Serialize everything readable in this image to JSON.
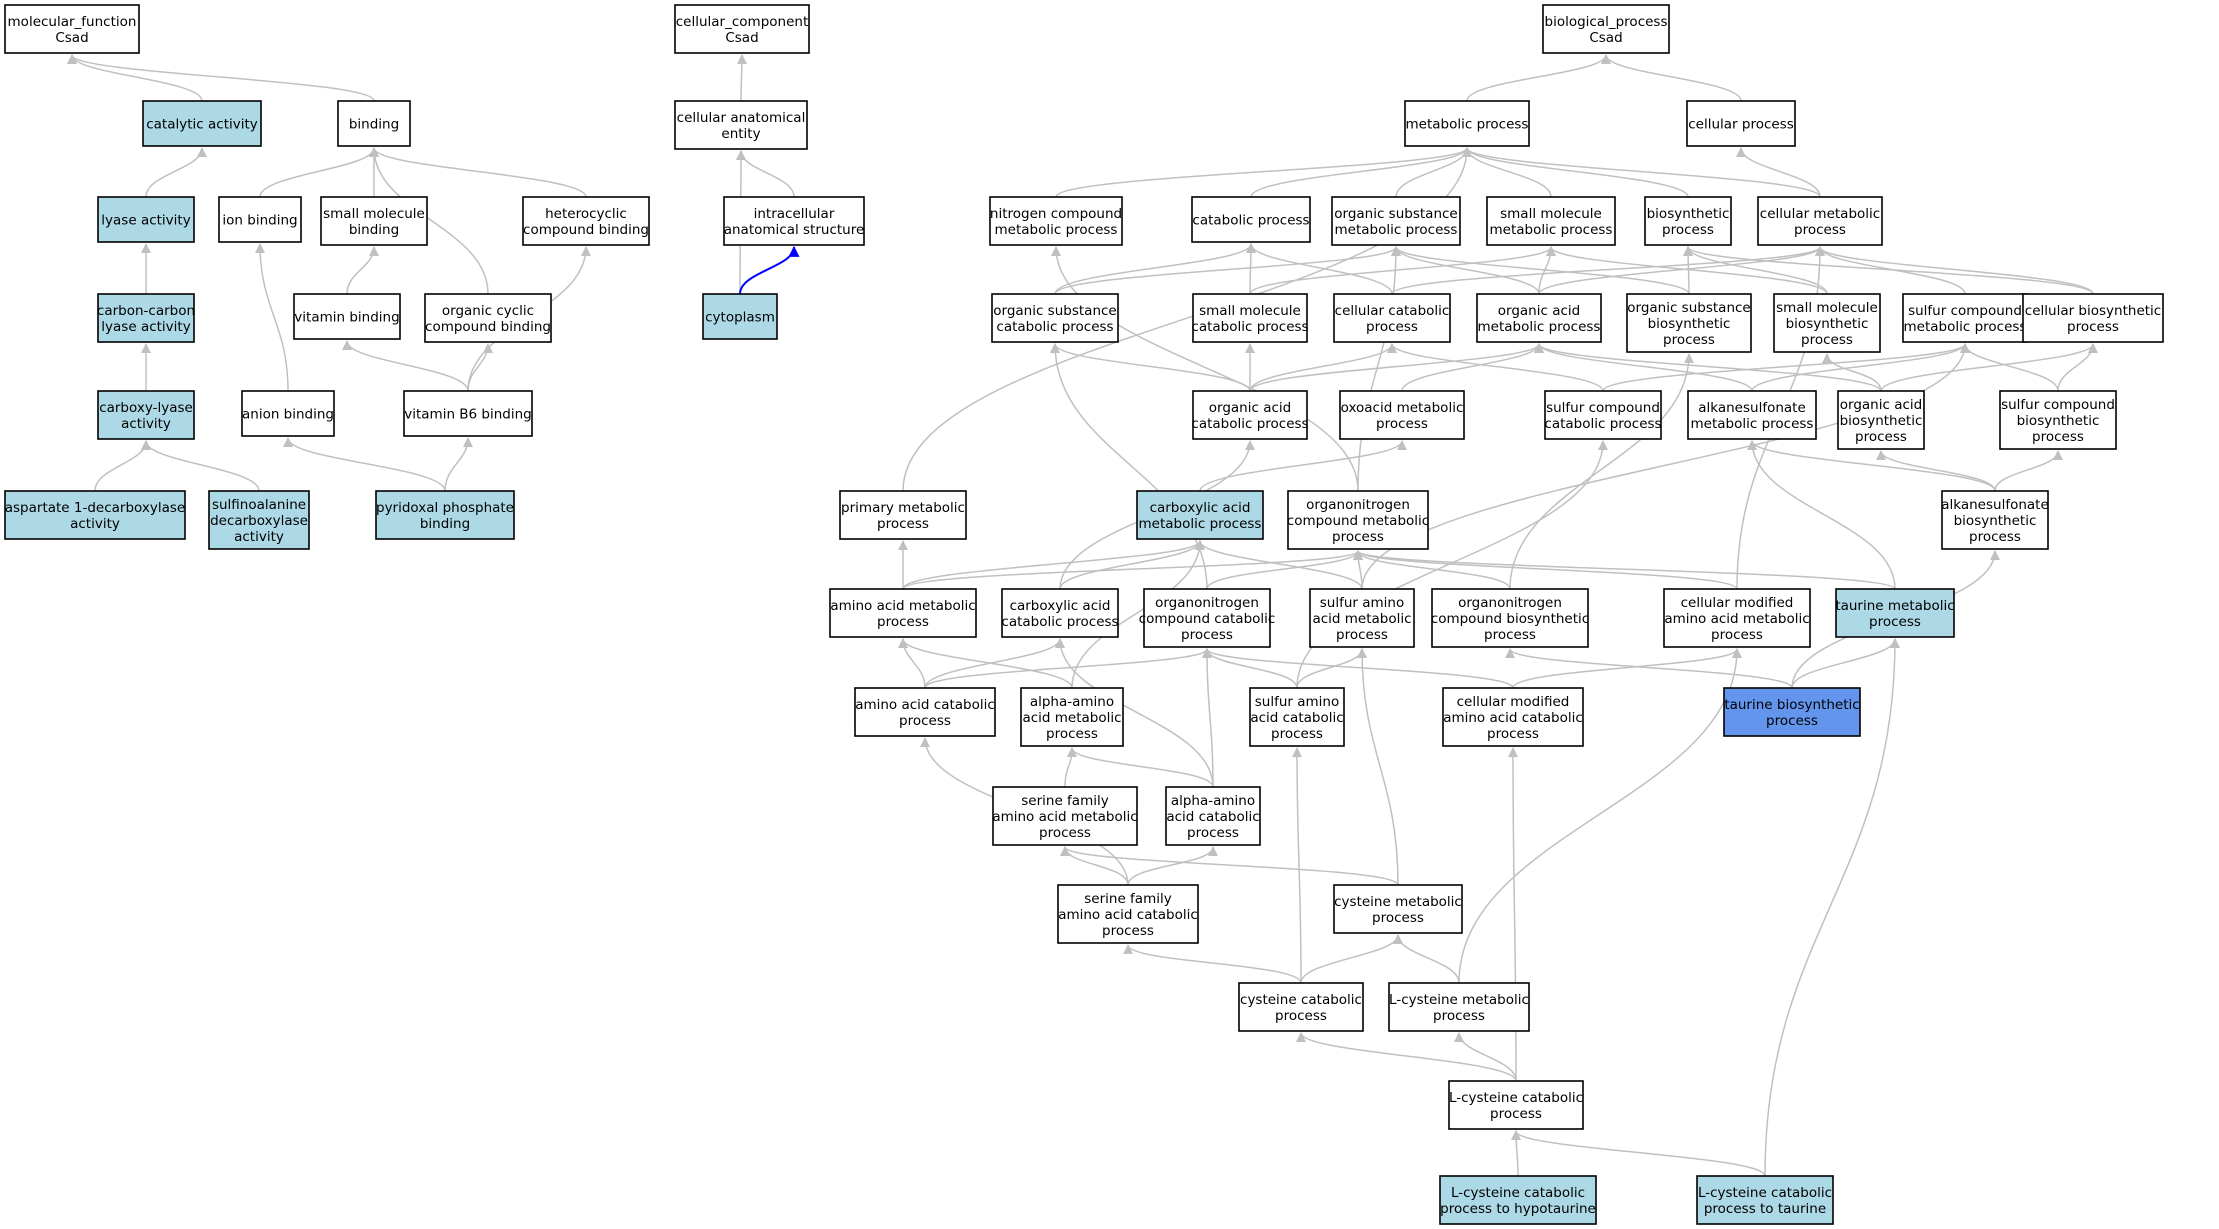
{
  "colors": {
    "default_fill": "#ffffff",
    "highlight_fill": "#add8e6",
    "focus_fill": "#6495ed",
    "edge_default": "#c0c0c0",
    "edge_blue": "#0000ff"
  },
  "nodes": [
    {
      "id": "mf",
      "lines": [
        "molecular_function",
        "Csad"
      ],
      "fill": "#ffffff"
    },
    {
      "id": "cc",
      "lines": [
        "cellular_component",
        "Csad"
      ],
      "fill": "#ffffff"
    },
    {
      "id": "bp",
      "lines": [
        "biological_process",
        "Csad"
      ],
      "fill": "#ffffff"
    },
    {
      "id": "cat",
      "lines": [
        "catalytic activity"
      ],
      "fill": "#add8e6"
    },
    {
      "id": "bind",
      "lines": [
        "binding"
      ],
      "fill": "#ffffff"
    },
    {
      "id": "cae",
      "lines": [
        "cellular anatomical",
        "entity"
      ],
      "fill": "#ffffff"
    },
    {
      "id": "mp",
      "lines": [
        "metabolic process"
      ],
      "fill": "#ffffff"
    },
    {
      "id": "cp",
      "lines": [
        "cellular process"
      ],
      "fill": "#ffffff"
    },
    {
      "id": "lyase",
      "lines": [
        "lyase activity"
      ],
      "fill": "#add8e6"
    },
    {
      "id": "ionb",
      "lines": [
        "ion binding"
      ],
      "fill": "#ffffff"
    },
    {
      "id": "smb",
      "lines": [
        "small molecule",
        "binding"
      ],
      "fill": "#ffffff"
    },
    {
      "id": "hcb",
      "lines": [
        "heterocyclic",
        "compound binding"
      ],
      "fill": "#ffffff"
    },
    {
      "id": "ias",
      "lines": [
        "intracellular",
        "anatomical structure"
      ],
      "fill": "#ffffff"
    },
    {
      "id": "ncmp",
      "lines": [
        "nitrogen compound",
        "metabolic process"
      ],
      "fill": "#ffffff"
    },
    {
      "id": "catp",
      "lines": [
        "catabolic process"
      ],
      "fill": "#ffffff"
    },
    {
      "id": "osmp",
      "lines": [
        "organic substance",
        "metabolic process"
      ],
      "fill": "#ffffff"
    },
    {
      "id": "smmp",
      "lines": [
        "small molecule",
        "metabolic process"
      ],
      "fill": "#ffffff"
    },
    {
      "id": "bsp",
      "lines": [
        "biosynthetic",
        "process"
      ],
      "fill": "#ffffff"
    },
    {
      "id": "cmp",
      "lines": [
        "cellular metabolic",
        "process"
      ],
      "fill": "#ffffff"
    },
    {
      "id": "cclyase",
      "lines": [
        "carbon-carbon",
        "lyase activity"
      ],
      "fill": "#add8e6"
    },
    {
      "id": "vitb",
      "lines": [
        "vitamin binding"
      ],
      "fill": "#ffffff"
    },
    {
      "id": "occb",
      "lines": [
        "organic cyclic",
        "compound binding"
      ],
      "fill": "#ffffff"
    },
    {
      "id": "cyto",
      "lines": [
        "cytoplasm"
      ],
      "fill": "#add8e6"
    },
    {
      "id": "oscp",
      "lines": [
        "organic substance",
        "catabolic process"
      ],
      "fill": "#ffffff"
    },
    {
      "id": "smcp",
      "lines": [
        "small molecule",
        "catabolic process"
      ],
      "fill": "#ffffff"
    },
    {
      "id": "ccp",
      "lines": [
        "cellular catabolic",
        "process"
      ],
      "fill": "#ffffff"
    },
    {
      "id": "oamp",
      "lines": [
        "organic acid",
        "metabolic process"
      ],
      "fill": "#ffffff"
    },
    {
      "id": "osbp",
      "lines": [
        "organic substance",
        "biosynthetic",
        "process"
      ],
      "fill": "#ffffff"
    },
    {
      "id": "smbp",
      "lines": [
        "small molecule",
        "biosynthetic",
        "process"
      ],
      "fill": "#ffffff"
    },
    {
      "id": "scmp",
      "lines": [
        "sulfur compound",
        "metabolic process"
      ],
      "fill": "#ffffff"
    },
    {
      "id": "cbp",
      "lines": [
        "cellular biosynthetic",
        "process"
      ],
      "fill": "#ffffff"
    },
    {
      "id": "cxlyase",
      "lines": [
        "carboxy-lyase",
        "activity"
      ],
      "fill": "#add8e6"
    },
    {
      "id": "anb",
      "lines": [
        "anion binding"
      ],
      "fill": "#ffffff"
    },
    {
      "id": "vb6",
      "lines": [
        "vitamin B6 binding"
      ],
      "fill": "#ffffff"
    },
    {
      "id": "oacp",
      "lines": [
        "organic acid",
        "catabolic process"
      ],
      "fill": "#ffffff"
    },
    {
      "id": "oxmp",
      "lines": [
        "oxoacid metabolic",
        "process"
      ],
      "fill": "#ffffff"
    },
    {
      "id": "sccp",
      "lines": [
        "sulfur compound",
        "catabolic process"
      ],
      "fill": "#ffffff"
    },
    {
      "id": "asmp",
      "lines": [
        "alkanesulfonate",
        "metabolic process"
      ],
      "fill": "#ffffff"
    },
    {
      "id": "oabp",
      "lines": [
        "organic acid",
        "biosynthetic",
        "process"
      ],
      "fill": "#ffffff"
    },
    {
      "id": "scbp",
      "lines": [
        "sulfur compound",
        "biosynthetic",
        "process"
      ],
      "fill": "#ffffff"
    },
    {
      "id": "asp",
      "lines": [
        "aspartate 1-decarboxylase",
        "activity"
      ],
      "fill": "#add8e6"
    },
    {
      "id": "sfa",
      "lines": [
        "sulfinoalanine",
        "decarboxylase",
        "activity"
      ],
      "fill": "#add8e6"
    },
    {
      "id": "plp",
      "lines": [
        "pyridoxal phosphate",
        "binding"
      ],
      "fill": "#add8e6"
    },
    {
      "id": "pmp",
      "lines": [
        "primary metabolic",
        "process"
      ],
      "fill": "#ffffff"
    },
    {
      "id": "caxmp",
      "lines": [
        "carboxylic acid",
        "metabolic process"
      ],
      "fill": "#add8e6"
    },
    {
      "id": "oncmp",
      "lines": [
        "organonitrogen",
        "compound metabolic",
        "process"
      ],
      "fill": "#ffffff"
    },
    {
      "id": "asbp",
      "lines": [
        "alkanesulfonate",
        "biosynthetic",
        "process"
      ],
      "fill": "#ffffff"
    },
    {
      "id": "aamp",
      "lines": [
        "amino acid metabolic",
        "process"
      ],
      "fill": "#ffffff"
    },
    {
      "id": "caxcp",
      "lines": [
        "carboxylic acid",
        "catabolic process"
      ],
      "fill": "#ffffff"
    },
    {
      "id": "onccp",
      "lines": [
        "organonitrogen",
        "compound catabolic",
        "process"
      ],
      "fill": "#ffffff"
    },
    {
      "id": "saamp",
      "lines": [
        "sulfur amino",
        "acid metabolic",
        "process"
      ],
      "fill": "#ffffff"
    },
    {
      "id": "oncbp",
      "lines": [
        "organonitrogen",
        "compound biosynthetic",
        "process"
      ],
      "fill": "#ffffff"
    },
    {
      "id": "cmaamp",
      "lines": [
        "cellular modified",
        "amino acid metabolic",
        "process"
      ],
      "fill": "#ffffff"
    },
    {
      "id": "taump",
      "lines": [
        "taurine metabolic",
        "process"
      ],
      "fill": "#add8e6"
    },
    {
      "id": "aacp",
      "lines": [
        "amino acid catabolic",
        "process"
      ],
      "fill": "#ffffff"
    },
    {
      "id": "alphamp",
      "lines": [
        "alpha-amino",
        "acid metabolic",
        "process"
      ],
      "fill": "#ffffff"
    },
    {
      "id": "saacp",
      "lines": [
        "sulfur amino",
        "acid catabolic",
        "process"
      ],
      "fill": "#ffffff"
    },
    {
      "id": "cmaacp",
      "lines": [
        "cellular modified",
        "amino acid catabolic",
        "process"
      ],
      "fill": "#ffffff"
    },
    {
      "id": "taubp",
      "lines": [
        "taurine biosynthetic",
        "process"
      ],
      "fill": "#6495ed"
    },
    {
      "id": "sfmp",
      "lines": [
        "serine family",
        "amino acid metabolic",
        "process"
      ],
      "fill": "#ffffff"
    },
    {
      "id": "alphacp",
      "lines": [
        "alpha-amino",
        "acid catabolic",
        "process"
      ],
      "fill": "#ffffff"
    },
    {
      "id": "sfcp",
      "lines": [
        "serine family",
        "amino acid catabolic",
        "process"
      ],
      "fill": "#ffffff"
    },
    {
      "id": "cysmp",
      "lines": [
        "cysteine metabolic",
        "process"
      ],
      "fill": "#ffffff"
    },
    {
      "id": "cyscp",
      "lines": [
        "cysteine catabolic",
        "process"
      ],
      "fill": "#ffffff"
    },
    {
      "id": "lcysmp",
      "lines": [
        "L-cysteine metabolic",
        "process"
      ],
      "fill": "#ffffff"
    },
    {
      "id": "lcyscp",
      "lines": [
        "L-cysteine catabolic",
        "process"
      ],
      "fill": "#ffffff"
    },
    {
      "id": "lcyshypo",
      "lines": [
        "L-cysteine catabolic",
        "process to hypotaurine"
      ],
      "fill": "#add8e6"
    },
    {
      "id": "lcystau",
      "lines": [
        "L-cysteine catabolic",
        "process to taurine"
      ],
      "fill": "#add8e6"
    }
  ]
}
